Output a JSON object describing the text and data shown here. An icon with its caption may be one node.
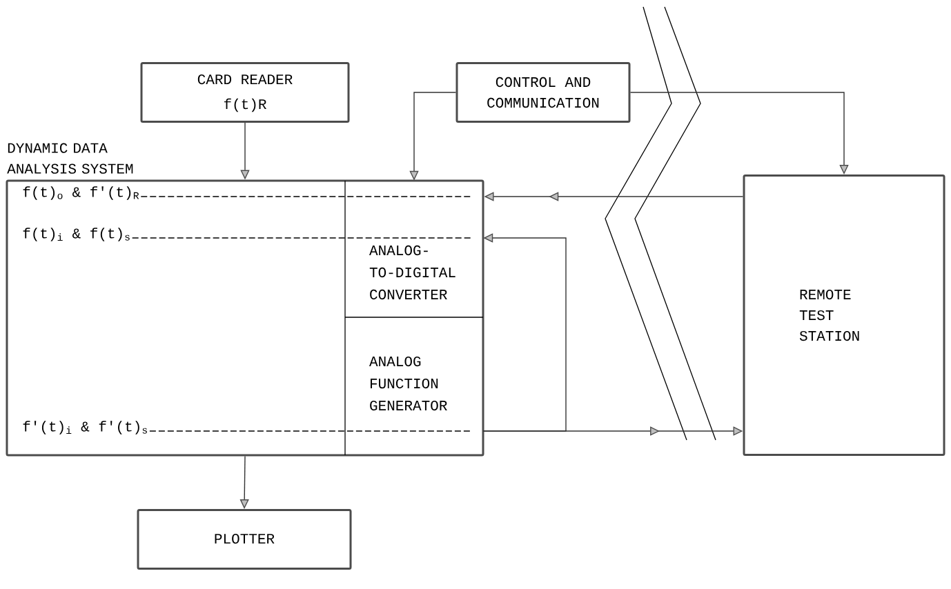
{
  "diagram": {
    "nodes": [
      {
        "text": [
          "CARD READER",
          "f(t)R"
        ]
      },
      {
        "text": [
          "CONTROL AND COMMUNICATION"
        ]
      },
      {
        "text": [
          "DYNAMIC DATA ANALYSIS SYSTEM",
          "f(t)$_{o}$ & f'(t)$_{R}$",
          "f(t)$_{i}$ & f(t)$_{s}$",
          "f'(t)$_{i}$ & f'(t)$_{s}$"
        ]
      },
      {
        "text": [
          "ANALOG-TO-DIGITAL CONVERTER"
        ],
        "in": 2
      },
      {
        "text": [
          "ANALOG FUNCTION GENERATOR"
        ],
        "in": 2
      },
      {
        "text": [
          "REMOTE TEST STATION"
        ]
      },
      {
        "text": [
          "PLOTTER"
        ]
      }
    ],
    "edges": [
      {
        "from": 0,
        "to": 2,
        "arrow": "to"
      },
      {
        "from": 1,
        "to": 3,
        "arrow": "to"
      },
      {
        "from": 1,
        "to": 5,
        "arrow": "to"
      },
      {
        "from": 5,
        "to": 2,
        "arrow": "to"
      },
      {
        "from": 4,
        "to": 3,
        "arrow": "to"
      },
      {
        "from": 4,
        "to": 5,
        "arrow": "to"
      },
      {
        "from": 2,
        "to": 6,
        "arrow": "to"
      }
    ]
  }
}
